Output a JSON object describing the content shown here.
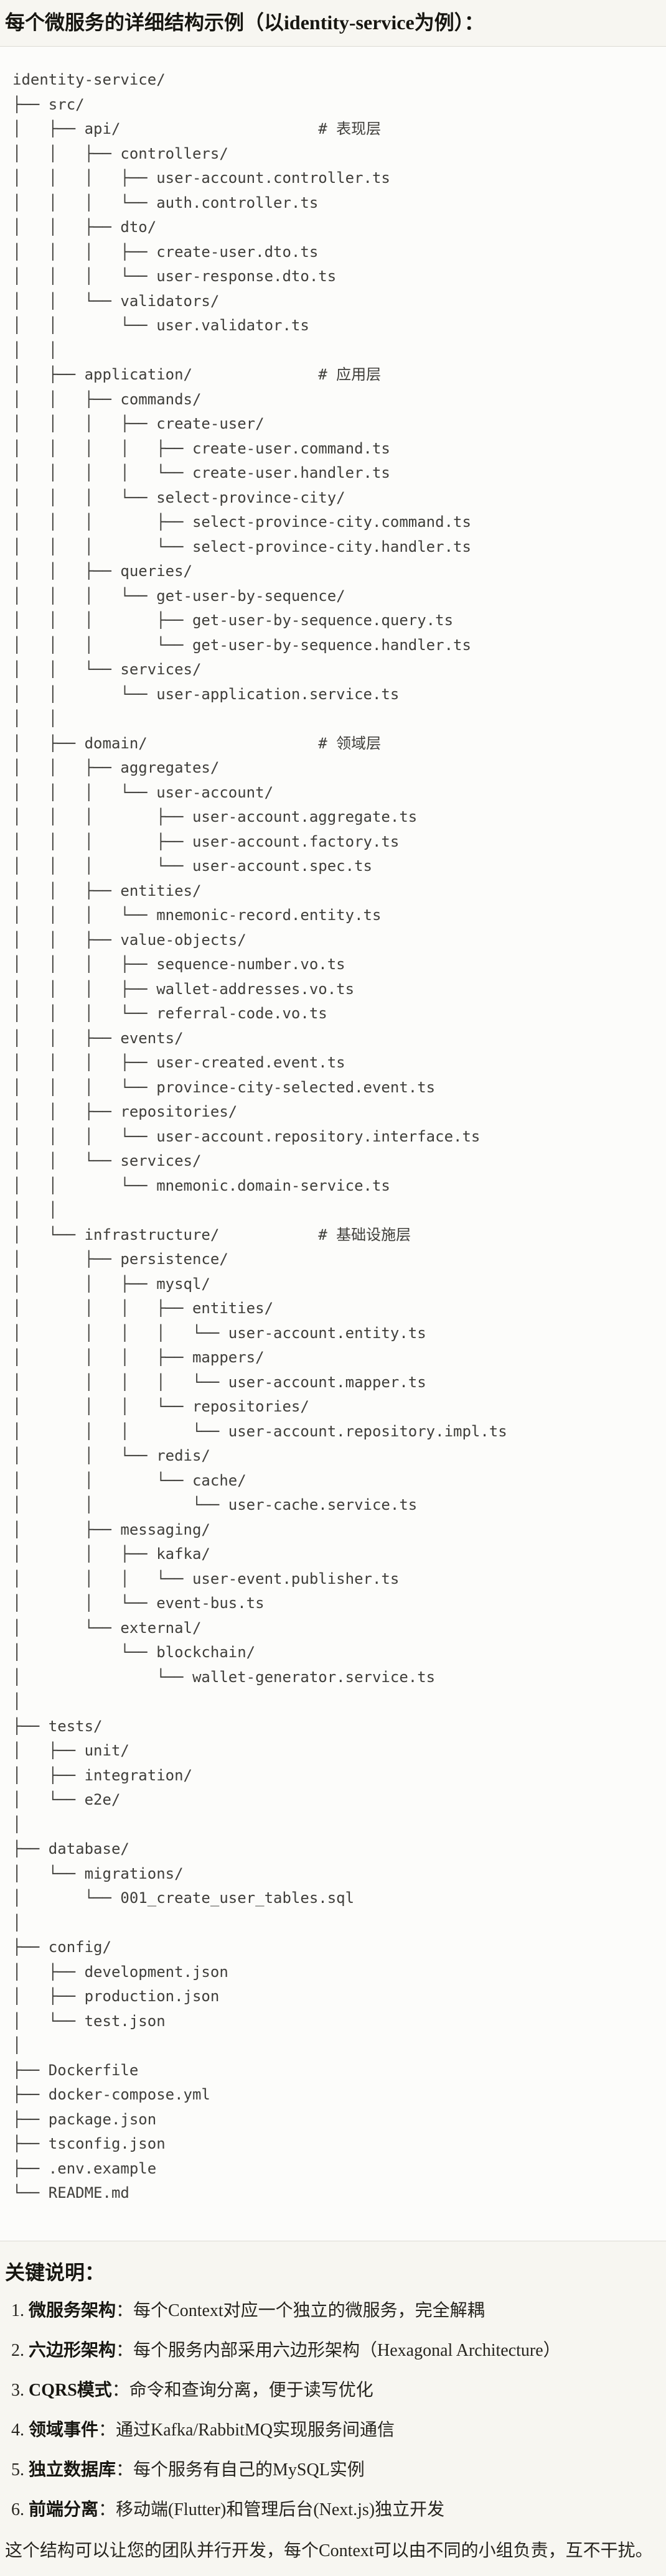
{
  "page": {
    "title": "每个微服务的详细结构示例（以identity-service为例）："
  },
  "tree": {
    "lines": [
      "identity-service/",
      "├── src/",
      "│   ├── api/                      # 表现层",
      "│   │   ├── controllers/",
      "│   │   │   ├── user-account.controller.ts",
      "│   │   │   └── auth.controller.ts",
      "│   │   ├── dto/",
      "│   │   │   ├── create-user.dto.ts",
      "│   │   │   └── user-response.dto.ts",
      "│   │   └── validators/",
      "│   │       └── user.validator.ts",
      "│   │",
      "│   ├── application/              # 应用层",
      "│   │   ├── commands/",
      "│   │   │   ├── create-user/",
      "│   │   │   │   ├── create-user.command.ts",
      "│   │   │   │   └── create-user.handler.ts",
      "│   │   │   └── select-province-city/",
      "│   │   │       ├── select-province-city.command.ts",
      "│   │   │       └── select-province-city.handler.ts",
      "│   │   ├── queries/",
      "│   │   │   └── get-user-by-sequence/",
      "│   │   │       ├── get-user-by-sequence.query.ts",
      "│   │   │       └── get-user-by-sequence.handler.ts",
      "│   │   └── services/",
      "│   │       └── user-application.service.ts",
      "│   │",
      "│   ├── domain/                   # 领域层",
      "│   │   ├── aggregates/",
      "│   │   │   └── user-account/",
      "│   │   │       ├── user-account.aggregate.ts",
      "│   │   │       ├── user-account.factory.ts",
      "│   │   │       └── user-account.spec.ts",
      "│   │   ├── entities/",
      "│   │   │   └── mnemonic-record.entity.ts",
      "│   │   ├── value-objects/",
      "│   │   │   ├── sequence-number.vo.ts",
      "│   │   │   ├── wallet-addresses.vo.ts",
      "│   │   │   └── referral-code.vo.ts",
      "│   │   ├── events/",
      "│   │   │   ├── user-created.event.ts",
      "│   │   │   └── province-city-selected.event.ts",
      "│   │   ├── repositories/",
      "│   │   │   └── user-account.repository.interface.ts",
      "│   │   └── services/",
      "│   │       └── mnemonic.domain-service.ts",
      "│   │",
      "│   └── infrastructure/           # 基础设施层",
      "│       ├── persistence/",
      "│       │   ├── mysql/",
      "│       │   │   ├── entities/",
      "│       │   │   │   └── user-account.entity.ts",
      "│       │   │   ├── mappers/",
      "│       │   │   │   └── user-account.mapper.ts",
      "│       │   │   └── repositories/",
      "│       │   │       └── user-account.repository.impl.ts",
      "│       │   └── redis/",
      "│       │       └── cache/",
      "│       │           └── user-cache.service.ts",
      "│       ├── messaging/",
      "│       │   ├── kafka/",
      "│       │   │   └── user-event.publisher.ts",
      "│       │   └── event-bus.ts",
      "│       └── external/",
      "│           └── blockchain/",
      "│               └── wallet-generator.service.ts",
      "│",
      "├── tests/",
      "│   ├── unit/",
      "│   ├── integration/",
      "│   └── e2e/",
      "│",
      "├── database/",
      "│   └── migrations/",
      "│       └── 001_create_user_tables.sql",
      "│",
      "├── config/",
      "│   ├── development.json",
      "│   ├── production.json",
      "│   └── test.json",
      "│",
      "├── Dockerfile",
      "├── docker-compose.yml",
      "├── package.json",
      "├── tsconfig.json",
      "├── .env.example",
      "└── README.md"
    ]
  },
  "notes": {
    "heading": "关键说明：",
    "items": [
      {
        "term": "微服务架构",
        "text": "：每个Context对应一个独立的微服务，完全解耦"
      },
      {
        "term": "六边形架构",
        "text": "：每个服务内部采用六边形架构（Hexagonal Architecture）"
      },
      {
        "term": "CQRS模式",
        "text": "：命令和查询分离，便于读写优化"
      },
      {
        "term": "领域事件",
        "text": "：通过Kafka/RabbitMQ实现服务间通信"
      },
      {
        "term": "独立数据库",
        "text": "：每个服务有自己的MySQL实例"
      },
      {
        "term": "前端分离",
        "text": "：移动端(Flutter)和管理后台(Next.js)独立开发"
      }
    ],
    "footer": "这个结构可以让您的团队并行开发，每个Context可以由不同的小组负责，互不干扰。"
  },
  "colors": {
    "page_background": "#f7f6f1",
    "code_background": "#fcfcfa",
    "code_border": "#dcdad4",
    "text": "#26241e",
    "heading": "#171611",
    "code_text": "#3f3e3a"
  }
}
